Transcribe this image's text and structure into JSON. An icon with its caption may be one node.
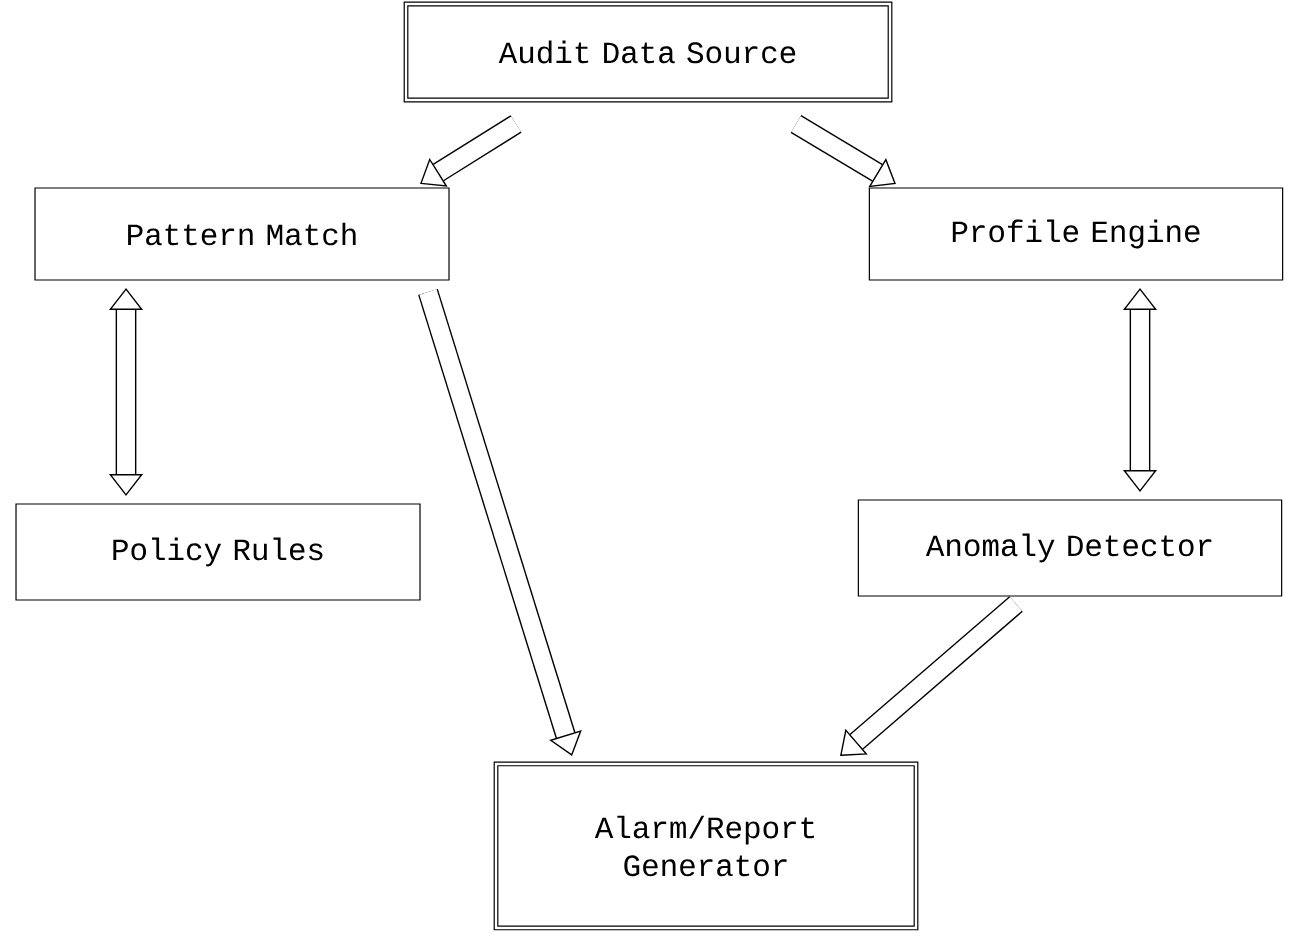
{
  "diagram": {
    "nodes": [
      {
        "text": [
          "Audit Data Source"
        ]
      },
      {
        "text": [
          "Pattern Match"
        ]
      },
      {
        "text": [
          "Profile Engine"
        ]
      },
      {
        "text": [
          "Policy Rules"
        ]
      },
      {
        "text": [
          "Anomaly Detector"
        ]
      },
      {
        "text": [
          "Alarm/Report Generator"
        ]
      }
    ],
    "edges": [
      {
        "from": 0,
        "to": 1,
        "arrow": "to"
      },
      {
        "from": 0,
        "to": 2,
        "arrow": "to"
      },
      {
        "from": 1,
        "to": 3,
        "arrow": "both"
      },
      {
        "from": 2,
        "to": 4,
        "arrow": "both"
      },
      {
        "from": 1,
        "to": 5,
        "arrow": "to"
      },
      {
        "from": 4,
        "to": 5,
        "arrow": "to"
      }
    ]
  }
}
